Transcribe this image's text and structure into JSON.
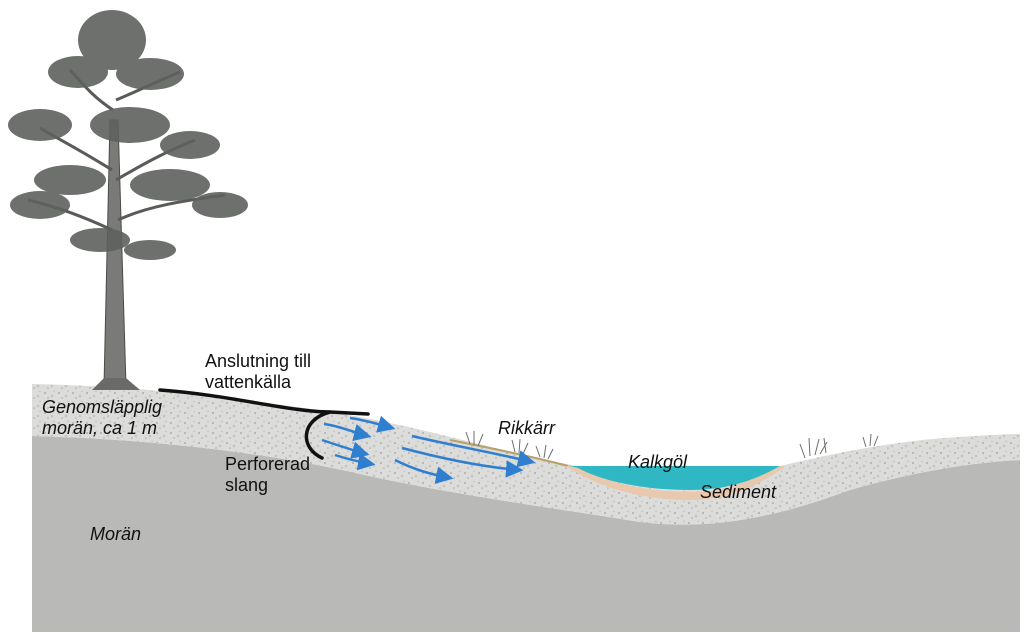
{
  "labels": {
    "connection_line1": "Anslutning till",
    "connection_line2": "vattenkälla",
    "permeable_line1": "Genomsläpplig",
    "permeable_line2": "morän, ca 1 m",
    "perforated_line1": "Perforerad",
    "perforated_line2": "slang",
    "fen": "Rikkärr",
    "pond": "Kalkgöl",
    "sediment": "Sediment",
    "moraine": "Morän"
  },
  "colors": {
    "moraine": "#b9b9b7",
    "permeable_layer": "#dcdcda",
    "water": "#2fb7c4",
    "sediment": "#e9c9ae",
    "flow_arrows": "#2f7fd0",
    "pipe": "#111111",
    "tree_trunk": "#7a7a78",
    "foliage": "#5f615f"
  }
}
